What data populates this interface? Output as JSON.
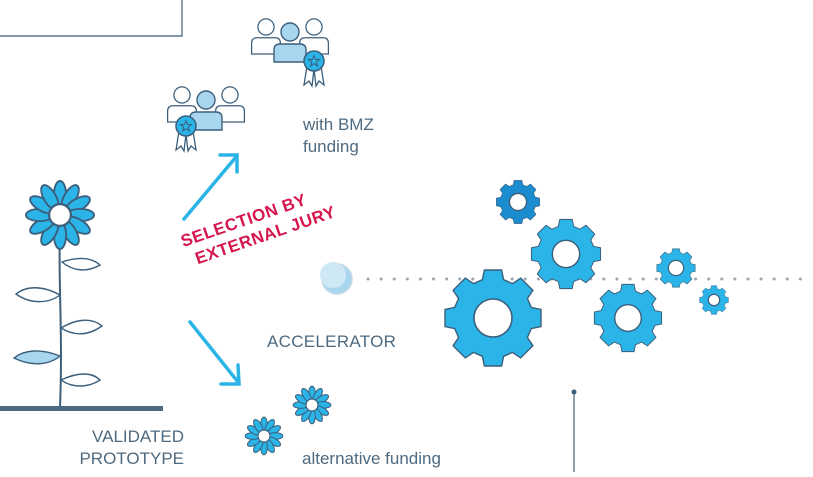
{
  "labels": {
    "bmz_line1": "with BMZ",
    "bmz_line2": "funding",
    "jury_line1": "SELECTION BY",
    "jury_line2": "EXTERNAL JURY",
    "accelerator": "ACCELERATOR",
    "validated_line1": "VALIDATED",
    "validated_line2": "PROTOTYPE",
    "alternative": "alternative funding"
  },
  "icons": [
    "people-award-icon",
    "flower-icon",
    "gear-icon",
    "arrow-icon",
    "bubble-icon"
  ],
  "colors": {
    "accent_blue": "#2ab4e8",
    "light_blue": "#a9d6ef",
    "outline": "#3c5f7c",
    "highlight_red": "#d6174e",
    "text_grey": "#4e6a80"
  }
}
